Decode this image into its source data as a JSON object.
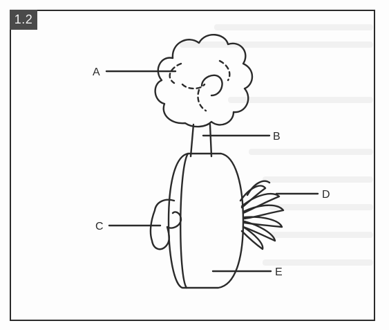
{
  "figure": {
    "number": "1.2"
  },
  "labels": {
    "a": "A",
    "b": "B",
    "c": "C",
    "d": "D",
    "e": "E"
  },
  "colors": {
    "ink": "#2a2a2a",
    "badge": "#4a4a4a",
    "badge_text": "#f2f2f2"
  }
}
